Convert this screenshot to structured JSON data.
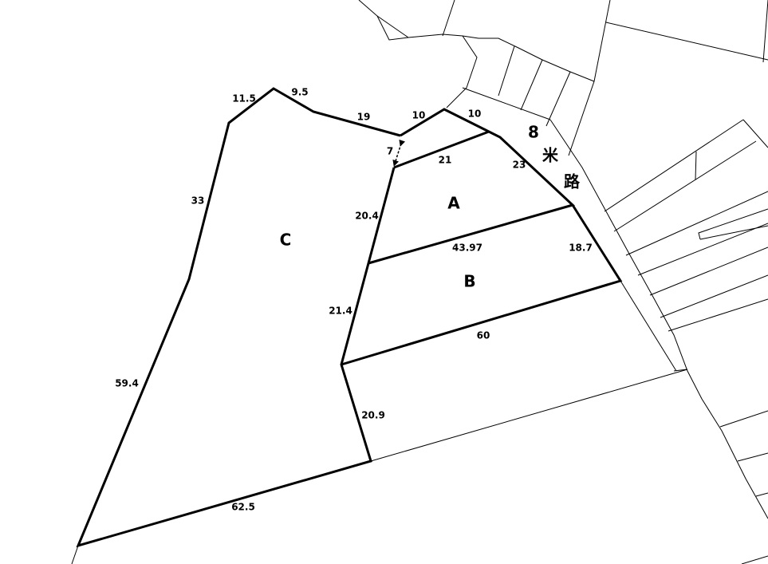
{
  "lots": [
    {
      "id": "lot-a",
      "label": "A"
    },
    {
      "id": "lot-b",
      "label": "B"
    },
    {
      "id": "lot-c",
      "label": "C"
    }
  ],
  "road": {
    "chars": [
      "8",
      "米",
      "路"
    ]
  },
  "dimensions": [
    {
      "id": "dim-11-5",
      "value": "11.5"
    },
    {
      "id": "dim-9-5",
      "value": "9.5"
    },
    {
      "id": "dim-19",
      "value": "19"
    },
    {
      "id": "dim-10-left",
      "value": "10"
    },
    {
      "id": "dim-10-right",
      "value": "10"
    },
    {
      "id": "dim-7",
      "value": "7"
    },
    {
      "id": "dim-21",
      "value": "21"
    },
    {
      "id": "dim-23",
      "value": "23"
    },
    {
      "id": "dim-33",
      "value": "33"
    },
    {
      "id": "dim-20-4",
      "value": "20.4"
    },
    {
      "id": "dim-43-97",
      "value": "43.97"
    },
    {
      "id": "dim-18-7",
      "value": "18.7"
    },
    {
      "id": "dim-21-4",
      "value": "21.4"
    },
    {
      "id": "dim-60",
      "value": "60"
    },
    {
      "id": "dim-59-4",
      "value": "59.4"
    },
    {
      "id": "dim-20-9",
      "value": "20.9"
    },
    {
      "id": "dim-62-5",
      "value": "62.5"
    }
  ]
}
